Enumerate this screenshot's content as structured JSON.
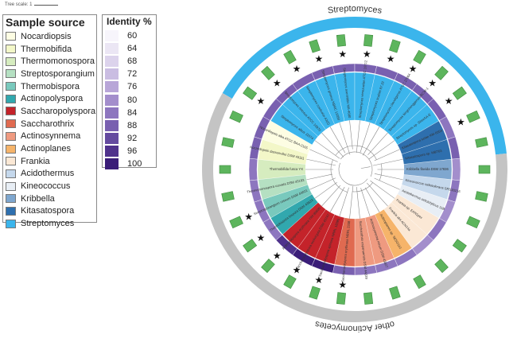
{
  "tree_scale": "Tree scale: 1",
  "sample_legend": {
    "title": "Sample source",
    "items": [
      {
        "label": "Nocardiopsis",
        "color": "#fdfde3"
      },
      {
        "label": "Thermobifida",
        "color": "#f3f7c8"
      },
      {
        "label": "Thermomonospora",
        "color": "#d6ecbf"
      },
      {
        "label": "Streptosporangium",
        "color": "#b5e0c2"
      },
      {
        "label": "Thermobispora",
        "color": "#79c9bd"
      },
      {
        "label": "Actinopolyspora",
        "color": "#31a8ae"
      },
      {
        "label": "Saccharopolyspora",
        "color": "#c4232a"
      },
      {
        "label": "Saccharothrix",
        "color": "#e06a50"
      },
      {
        "label": "Actinosynnema",
        "color": "#ef9a80"
      },
      {
        "label": "Actinoplanes",
        "color": "#f6b46a"
      },
      {
        "label": "Frankia",
        "color": "#fbe8d5"
      },
      {
        "label": "Acidothermus",
        "color": "#c5d8ec"
      },
      {
        "label": "Kineococcus",
        "color": "#e8eef5"
      },
      {
        "label": "Kribbella",
        "color": "#7fa7cf"
      },
      {
        "label": "Kitasatospora",
        "color": "#2e6fae"
      },
      {
        "label": "Streptomyces",
        "color": "#3bb5ec"
      }
    ]
  },
  "identity_legend": {
    "title": "Identity %",
    "items": [
      {
        "label": "60",
        "color": "#f7f5fb"
      },
      {
        "label": "64",
        "color": "#ebe6f4"
      },
      {
        "label": "68",
        "color": "#dcd3ec"
      },
      {
        "label": "72",
        "color": "#cabde2"
      },
      {
        "label": "76",
        "color": "#b8a6d8"
      },
      {
        "label": "80",
        "color": "#a38ecc"
      },
      {
        "label": "84",
        "color": "#8d76bf"
      },
      {
        "label": "88",
        "color": "#7960b0"
      },
      {
        "label": "92",
        "color": "#644a9f"
      },
      {
        "label": "96",
        "color": "#4f328c"
      },
      {
        "label": "100",
        "color": "#3a1d78"
      }
    ]
  },
  "clade_labels": {
    "streptomyces": "Streptomyces",
    "other": "other Actinomycetes"
  },
  "colors": {
    "streptomyces_ring": "#3bb5ec",
    "other_ring": "#c4c4c4",
    "box": "#5db55d",
    "box_border": "#3f8a3f",
    "branch": "#888888"
  },
  "diagram": {
    "sector_count": 30,
    "streptomyces_sectors": 12,
    "sector_colors": [
      15,
      15,
      15,
      15,
      15,
      15,
      15,
      15,
      15,
      15,
      14,
      14,
      13,
      11,
      12,
      10,
      10,
      9,
      8,
      8,
      7,
      6,
      6,
      6,
      5,
      4,
      3,
      2,
      1,
      0
    ],
    "identity_levels": [
      7,
      7,
      7,
      7,
      7,
      7,
      7,
      7,
      7,
      7,
      6,
      7,
      5,
      6,
      5,
      6,
      5,
      6,
      6,
      6,
      7,
      10,
      10,
      9,
      6,
      6,
      6,
      6,
      7,
      7
    ],
    "star_sectors": [
      0,
      1,
      2,
      3,
      4,
      5,
      6,
      7,
      8,
      9,
      10,
      20,
      21,
      22,
      23,
      24,
      25
    ]
  },
  "leaves": [
    "Streptomyces albus J1074",
    "Streptomyces rimosus ATCC 10970",
    "Streptomyces coelicolor A3(2)",
    "Streptomyces griseus NBRC 13350",
    "Streptomyces avermitilis MA-4680",
    "Streptomyces venezuelae ATCC 10712",
    "Streptomyces scabiei 87.22",
    "Streptomyces clavuligerus ATCC 27064",
    "Streptomyces bingchenggensis BCW-1",
    "Streptomyces sp. SirexAA-E",
    "Kitasatospora setae KM-6054",
    "Kitasatospora sp. MBT63",
    "Kribbella flavida DSM 17836",
    "Kineococcus radiotolerans SRS30216",
    "Acidothermus cellulolyticus 11B",
    "Frankia sp. EAN1pec",
    "Frankia alni ACN14a",
    "Actinoplanes sp. SE50/110",
    "Actinosynnema mirum DSM 43827",
    "Saccharothrix espanaensis DSM 44229",
    "Saccharopolyspora erythraea NRRL 2338",
    "Saccharopolyspora spinosa NRRL 18395",
    "Saccharopolyspora rectivirgula DSM 43747",
    "Actinopolyspora erythraea YIM 90600",
    "Thermobispora bispora DSM 43833",
    "Streptosporangium roseum DSM 43021",
    "Thermomonospora curvata DSM 43183",
    "Thermobifida fusca YX",
    "Nocardiopsis dassonvillei DSM 43111",
    "Nocardiopsis alba ATCC BAA-2165"
  ]
}
